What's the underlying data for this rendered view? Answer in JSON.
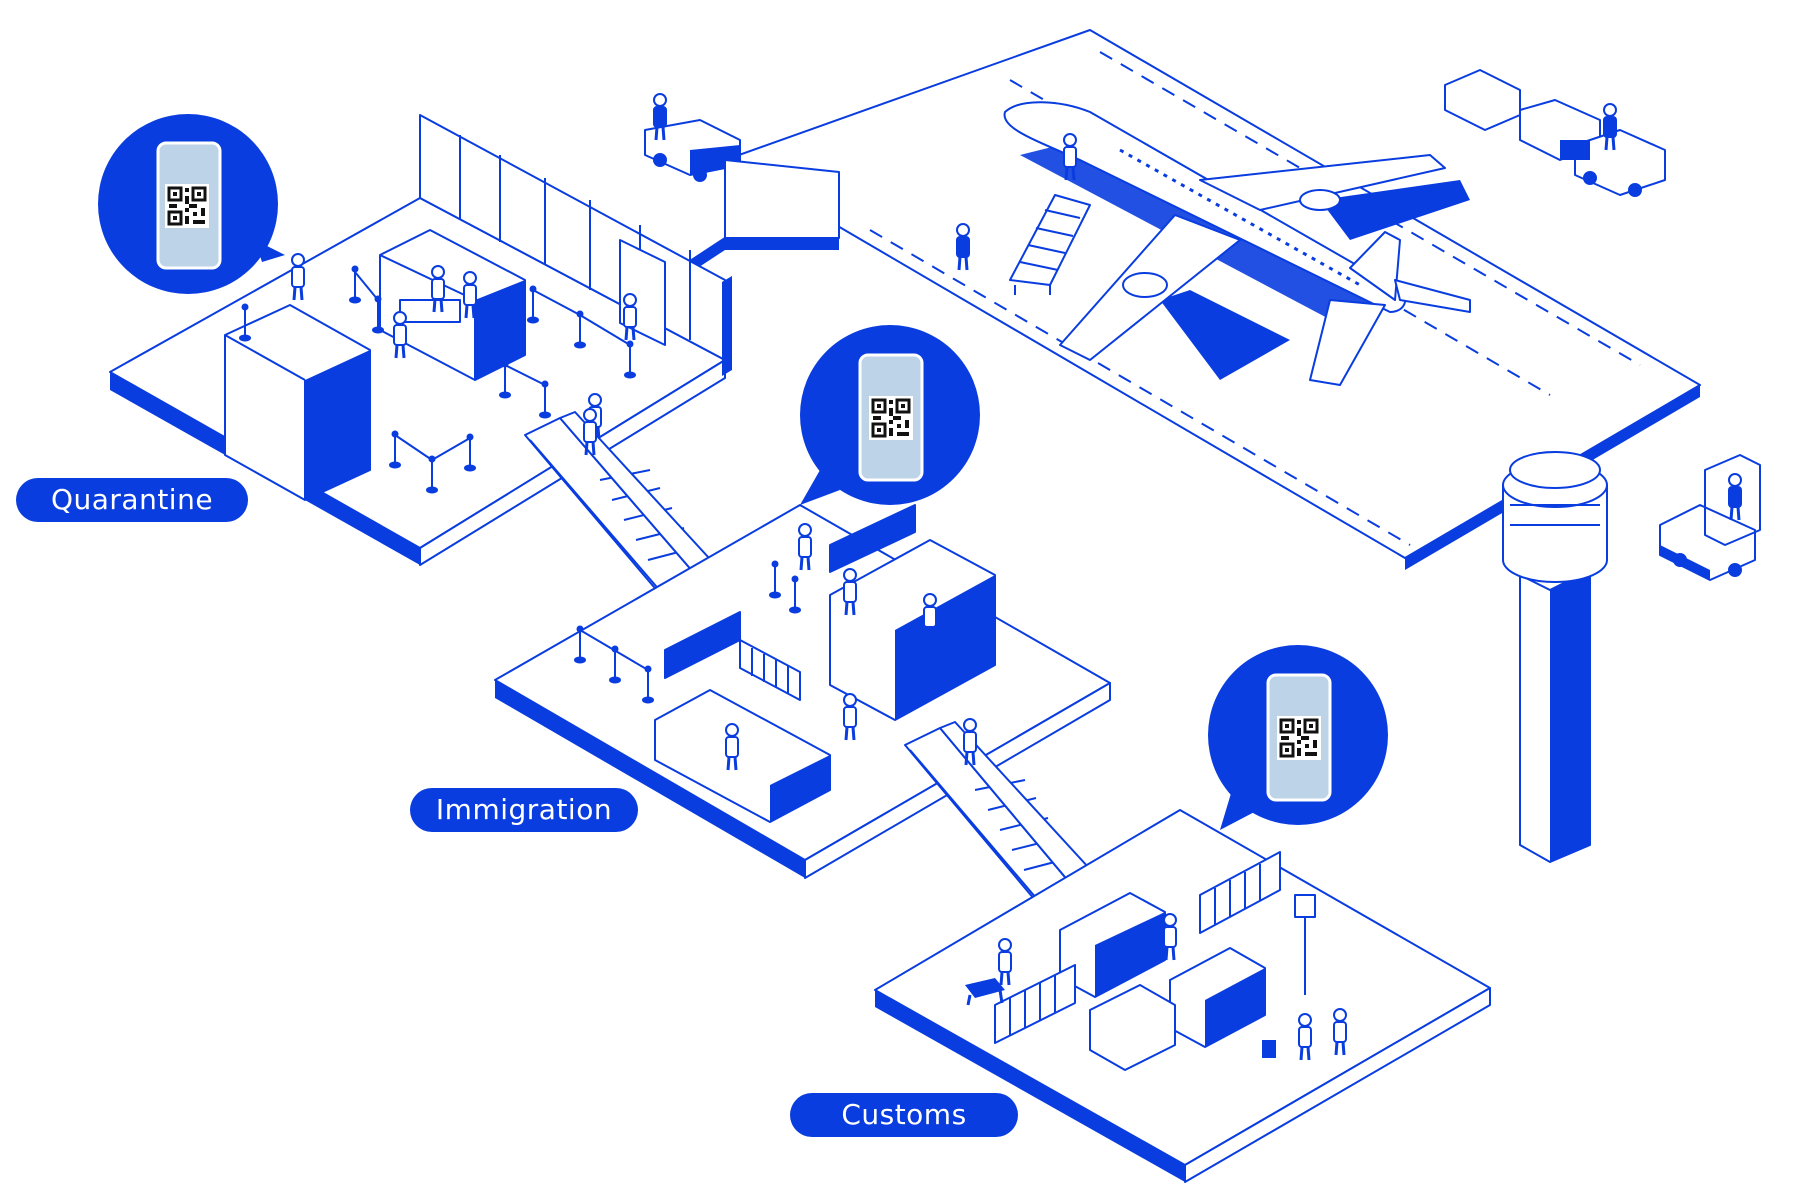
{
  "colors": {
    "accent": "#0a3de0",
    "fill": "#ffffff",
    "screen": "#bcd3e8"
  },
  "icons": [
    "qr-code-icon",
    "smartphone-icon",
    "speech-bubble-icon",
    "airplane-icon",
    "control-tower-icon",
    "baggage-tractor-icon",
    "forklift-icon",
    "escalator-icon",
    "sniffer-dog-icon"
  ],
  "areas": {
    "quarantine": {
      "label": "Quarantine"
    },
    "immigration": {
      "label": "Immigration"
    },
    "customs": {
      "label": "Customs"
    }
  }
}
